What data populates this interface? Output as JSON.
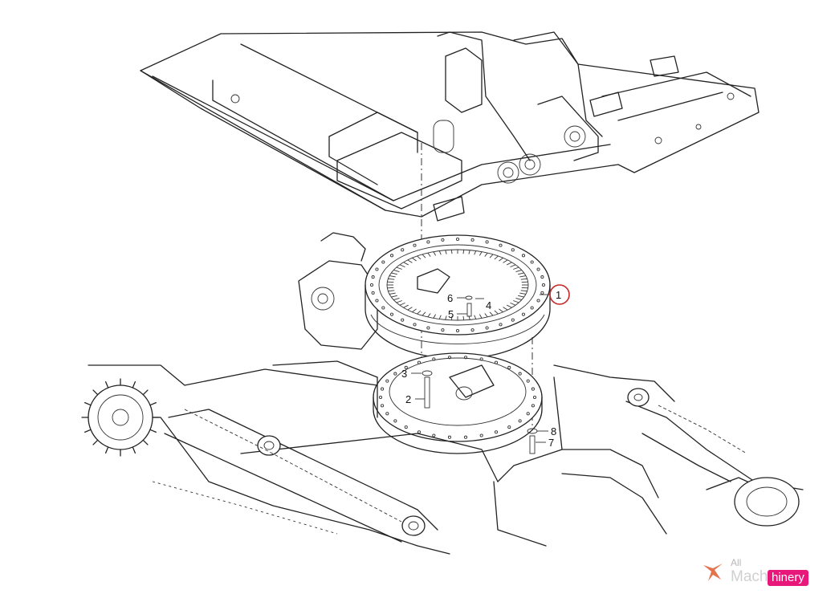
{
  "callouts": [
    {
      "id": "1",
      "label": "1",
      "highlighted": true
    },
    {
      "id": "2",
      "label": "2"
    },
    {
      "id": "3",
      "label": "3"
    },
    {
      "id": "4",
      "label": "4"
    },
    {
      "id": "5",
      "label": "5"
    },
    {
      "id": "6",
      "label": "6"
    },
    {
      "id": "7",
      "label": "7"
    },
    {
      "id": "8",
      "label": "8"
    }
  ],
  "watermark": {
    "line1": "All",
    "line2": "Machinery",
    "badge": "hinery"
  },
  "colors": {
    "linework": "#222222",
    "highlight_ring": "#c62828",
    "watermark_badge": "#e8177a",
    "watermark_logo": "#e0643a"
  }
}
